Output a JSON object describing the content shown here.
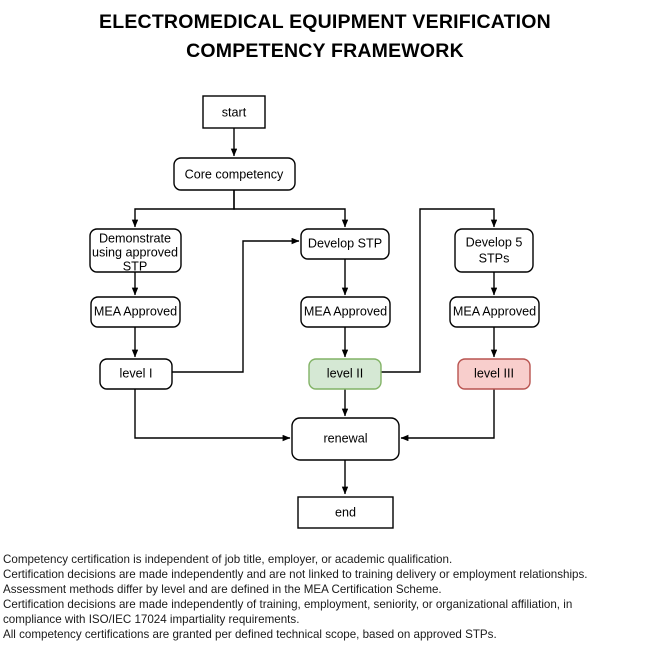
{
  "title": {
    "line1": "ELECTROMEDICAL EQUIPMENT VERIFICATION",
    "line2": "COMPETENCY FRAMEWORK"
  },
  "colors": {
    "level2_fill": "#d5e8d4",
    "level2_stroke": "#82b366",
    "level3_fill": "#f8cecc",
    "level3_stroke": "#b85450",
    "default_fill": "#ffffff",
    "default_stroke": "#000000"
  },
  "flowchart": {
    "type": "flowchart",
    "nodes": {
      "start": "start",
      "core_competency": "Core competency",
      "demonstrate": "Demonstrate\nusing approved\nSTP",
      "demonstrate_l1": "Demonstrate",
      "demonstrate_l2": "using approved",
      "demonstrate_l3": "STP",
      "develop_stp": "Develop STP",
      "develop_5_stps_l1": "Develop 5",
      "develop_5_stps_l2": "STPs",
      "mea_approved_left": "MEA Approved",
      "mea_approved_mid": "MEA Approved",
      "mea_approved_right": "MEA Approved",
      "level_1": "level I",
      "level_2": "level II",
      "level_3": "level III",
      "renewal": "renewal",
      "end": "end"
    },
    "edges": [
      {
        "from": "start",
        "to": "core_competency"
      },
      {
        "from": "core_competency",
        "to": "demonstrate"
      },
      {
        "from": "core_competency",
        "to": "develop_stp"
      },
      {
        "from": "demonstrate",
        "to": "mea_approved_left"
      },
      {
        "from": "mea_approved_left",
        "to": "level_1"
      },
      {
        "from": "develop_stp",
        "to": "mea_approved_mid"
      },
      {
        "from": "mea_approved_mid",
        "to": "level_2"
      },
      {
        "from": "develop_5_stps",
        "to": "mea_approved_right"
      },
      {
        "from": "mea_approved_right",
        "to": "level_3"
      },
      {
        "from": "level_1",
        "to": "develop_stp"
      },
      {
        "from": "level_2",
        "to": "develop_5_stps"
      },
      {
        "from": "level_1",
        "to": "renewal"
      },
      {
        "from": "level_2",
        "to": "renewal"
      },
      {
        "from": "level_3",
        "to": "renewal"
      },
      {
        "from": "renewal",
        "to": "end"
      }
    ]
  },
  "footnotes": [
    "Competency certification is independent of job title, employer, or academic qualification.",
    "Certification decisions are made independently and are not linked to training delivery or employment relationships.",
    "Assessment methods differ by level and are defined in the MEA Certification Scheme.",
    "Certification decisions are made independently of training, employment, seniority, or organizational affiliation, in",
    "compliance with ISO/IEC 17024 impartiality requirements.",
    "All competency certifications are granted per defined technical scope, based on approved STPs."
  ]
}
